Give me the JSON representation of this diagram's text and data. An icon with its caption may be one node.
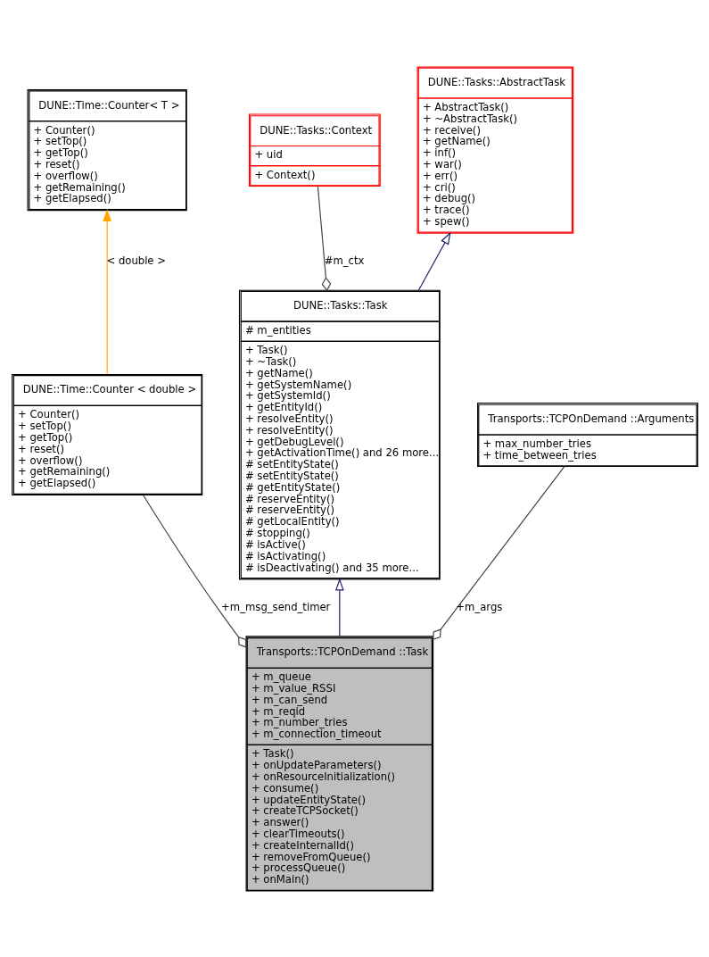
{
  "diagram": {
    "nodes": [
      {
        "text": [
          "DUNE::Tasks::AbstractTask",
          "+ AbstractTask() + ~AbstractTask() + receive() + getName() + inf() + war() + err() + cri() + debug() + trace() + spew()"
        ]
      },
      {
        "text": [
          "DUNE::Tasks::Context",
          "+ uid",
          "+ Context()"
        ]
      },
      {
        "text": [
          "DUNE::Time::Counter< T >",
          "+ Counter() + setTop() + getTop() + reset() + overflow() + getRemaining() + getElapsed()"
        ]
      },
      {
        "text": [
          "DUNE::Tasks::Task",
          "# m_entities",
          "+ Task() + ~Task() + getName() + getSystemName() + getSystemId() + getEntityId() + resolveEntity() + resolveEntity() + getDebugLevel() + getActivationTime() and 26 more... # setEntityState() # setEntityState() # getEntityState() # reserveEntity() # reserveEntity() # getLocalEntity() # stopping() # isActive() # isActivating() # isDeactivating() and 35 more..."
        ]
      },
      {
        "text": [
          "DUNE::Time::Counter < double >",
          "+ Counter() + setTop() + getTop() + reset() + overflow() + getRemaining() + getElapsed()"
        ]
      },
      {
        "text": [
          "Transports::TCPOnDemand ::Arguments",
          "+ max_number_tries + time_between_tries"
        ]
      },
      {
        "text": [
          "Transports::TCPOnDemand ::Task",
          "+ m_queue + m_value_RSSI + m_can_send + m_reqid + m_number_tries + m_connection_timeout",
          "+ Task() + onUpdateParameters() + onResourceInitialization() + consume() + updateEntityState() + createTCPSocket() + answer() + clearTimeouts() + createInternalId() + removeFromQueue() + processQueue() + onMain()"
        ]
      }
    ],
    "edges": [
      {
        "from": 3,
        "to": 0,
        "arrow": "to",
        "color": "#191970"
      },
      {
        "from": 1,
        "to": 3,
        "arrow": "other",
        "label": "#m_ctx"
      },
      {
        "from": 4,
        "to": 2,
        "arrow": "to",
        "label": "< double >",
        "color": "#ffa500"
      },
      {
        "from": 6,
        "to": 3,
        "arrow": "to",
        "color": "#191970"
      },
      {
        "from": 4,
        "to": 6,
        "arrow": "other",
        "label": "+m_msg_send_timer"
      },
      {
        "from": 5,
        "to": 6,
        "arrow": "other",
        "label": "+m_args"
      }
    ]
  }
}
